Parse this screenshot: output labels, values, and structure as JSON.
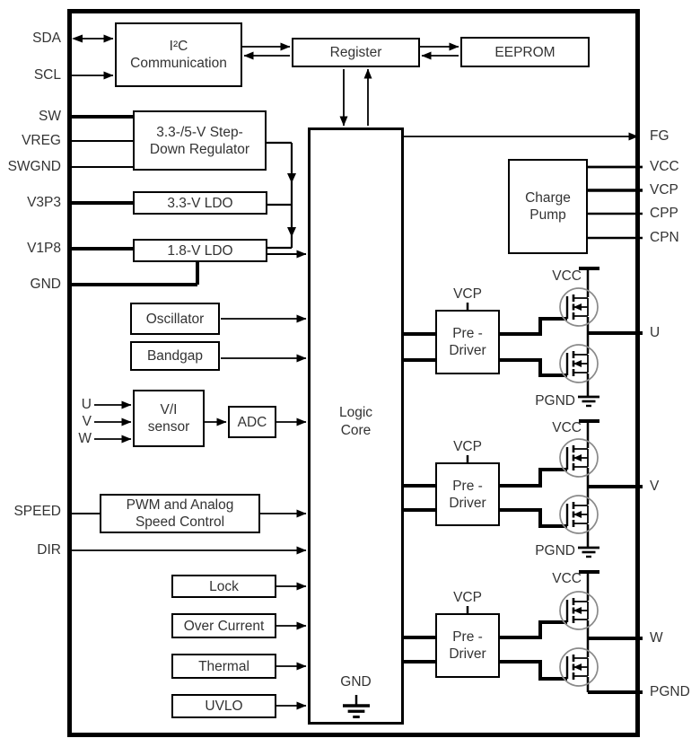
{
  "pins": {
    "left": [
      {
        "label": "SDA"
      },
      {
        "label": "SCL"
      },
      {
        "label": "SW"
      },
      {
        "label": "VREG"
      },
      {
        "label": "SWGND"
      },
      {
        "label": "V3P3"
      },
      {
        "label": "V1P8"
      },
      {
        "label": "GND"
      },
      {
        "label": "SPEED"
      },
      {
        "label": "DIR"
      }
    ],
    "right": [
      {
        "label": "FG"
      },
      {
        "label": "VCC"
      },
      {
        "label": "VCP"
      },
      {
        "label": "CPP"
      },
      {
        "label": "CPN"
      },
      {
        "label": "U"
      },
      {
        "label": "V"
      },
      {
        "label": "W"
      },
      {
        "label": "PGND"
      }
    ],
    "phase_inputs": [
      {
        "label": "U"
      },
      {
        "label": "V"
      },
      {
        "label": "W"
      }
    ]
  },
  "blocks": {
    "i2c": {
      "line1": "I²C",
      "line2": "Communication"
    },
    "register": {
      "label": "Register"
    },
    "eeprom": {
      "label": "EEPROM"
    },
    "step_down": {
      "line1": "3.3-/5-V Step-",
      "line2": "Down Regulator"
    },
    "ldo_3v3": {
      "label": "3.3-V LDO"
    },
    "ldo_1v8": {
      "label": "1.8-V LDO"
    },
    "oscillator": {
      "label": "Oscillator"
    },
    "bandgap": {
      "label": "Bandgap"
    },
    "vi_sensor": {
      "line1": "V/I",
      "line2": "sensor"
    },
    "adc": {
      "label": "ADC"
    },
    "speed_control": {
      "line1": "PWM and Analog",
      "line2": "Speed Control"
    },
    "lock": {
      "label": "Lock"
    },
    "over_current": {
      "label": "Over Current"
    },
    "thermal": {
      "label": "Thermal"
    },
    "uvlo": {
      "label": "UVLO"
    },
    "logic_core": {
      "line1": "Logic",
      "line2": "Core",
      "gnd_label": "GND"
    },
    "charge_pump": {
      "line1": "Charge",
      "line2": "Pump"
    },
    "pre_driver": {
      "line1": "Pre -",
      "line2": "Driver"
    }
  },
  "net_labels": {
    "vcp": "VCP",
    "vcc": "VCC",
    "pgnd": "PGND"
  },
  "colors": {
    "line": "#000000",
    "text": "#333333",
    "background": "#ffffff",
    "mosfet_circle": "#8a8a8a"
  }
}
